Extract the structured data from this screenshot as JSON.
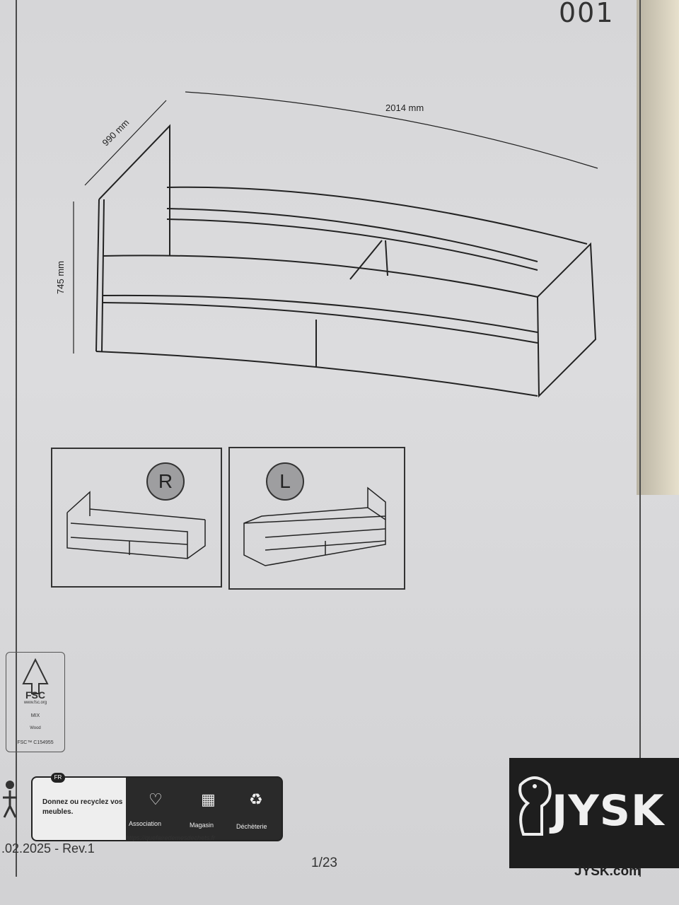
{
  "header": {
    "doc_code_fragment": "001"
  },
  "dimensions": {
    "width": "2014 mm",
    "depth": "990 mm",
    "height": "745 mm"
  },
  "variants": [
    {
      "label": "R"
    },
    {
      "label": "L"
    }
  ],
  "fsc": {
    "title": "FSC",
    "site": "www.fsc.org",
    "mix": "MIX",
    "sub": "Wood",
    "code": "FSC™ C154955"
  },
  "recycle": {
    "badge": "FR",
    "tagline": "Donnez ou recyclez vos meubles.",
    "options": [
      "Association",
      "Magasin",
      "Déchèterie"
    ],
    "url": "https://quefairedemesdechets.fr"
  },
  "footer": {
    "date": ".02.2025 - Rev.1",
    "page": "1/23"
  },
  "brand": {
    "name": "JYSK",
    "url": "JYSK.com"
  }
}
